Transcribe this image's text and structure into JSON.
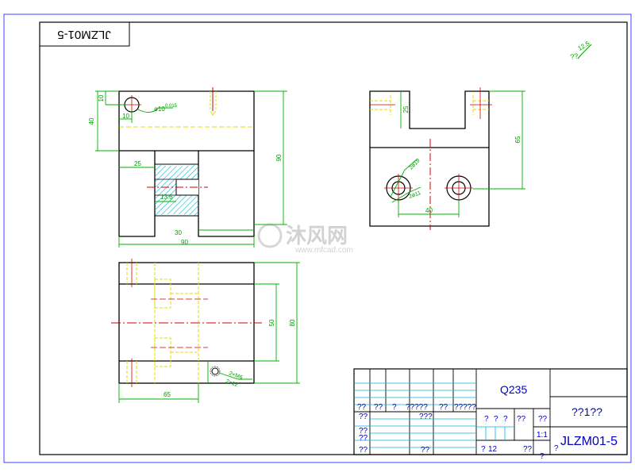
{
  "drawing": {
    "code": "JLZM01-5",
    "code_flipped": "JLZM01-5",
    "material": "Q235",
    "roughness": "12.5",
    "roughness_prefix": "??"
  },
  "front_view": {
    "dims": [
      "10",
      "40",
      "10",
      "ø10",
      "0.015",
      "25",
      "13.6",
      "30",
      "90",
      "90"
    ]
  },
  "side_view": {
    "dims": [
      "25",
      "65",
      "2ø19",
      "2ø11",
      "40"
    ]
  },
  "top_view": {
    "dims": [
      "50",
      "80",
      "65",
      "2×M6",
      "2×12"
    ]
  },
  "title_block": {
    "row_labels_1": [
      "??",
      "??",
      "?",
      "?????",
      "??",
      "?????"
    ],
    "col_label": "???",
    "left_labels": [
      "??",
      "??",
      "??",
      "??"
    ],
    "bottom_mid": "??",
    "scale_heads": [
      "?",
      "?",
      "?",
      "??",
      "??"
    ],
    "scale": "1:1",
    "sheet_left": "?",
    "sheet_mid": "12",
    "sheet_right": "??",
    "sheet_end": "?",
    "name": "??1??",
    "code_prefix": "?"
  },
  "watermark": {
    "brand": "沐风网",
    "url": "www.mfcad.com"
  }
}
